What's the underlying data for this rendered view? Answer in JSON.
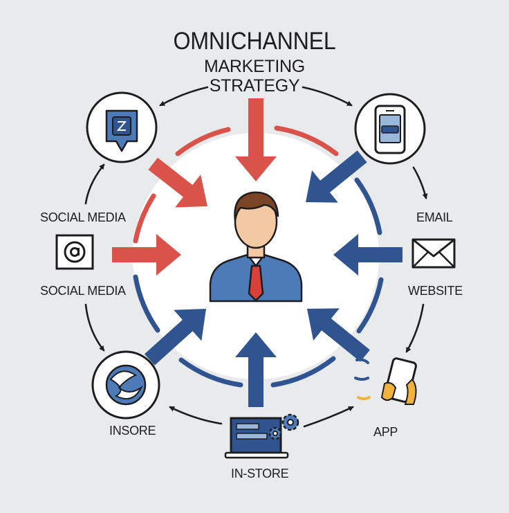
{
  "title": {
    "line1": "OMNICHANNEL",
    "line2": "MARKETING",
    "line3": "STRATEGY"
  },
  "labels": {
    "social_media_top": "SOCIAL MEDIA",
    "social_media_bottom": "SOCIAL MEDIA",
    "email": "EMAIL",
    "website": "WEBSITE",
    "insore": "INSORE",
    "app": "APP",
    "in_store": "IN-STORE"
  },
  "icons": {
    "chat": "chat-bubble-icon",
    "mobile": "mobile-phone-icon",
    "at": "at-sign-icon",
    "envelope": "envelope-icon",
    "swirl": "swirl-logo-icon",
    "hand_phone": "hand-holding-phone-icon",
    "laptop_gears": "laptop-gears-icon",
    "person": "business-person-icon"
  },
  "colors": {
    "background": "#e9eaec",
    "red": "#d9534a",
    "blue": "#2f548f",
    "skin": "#f3c9a4",
    "hair": "#7a4526",
    "shirt": "#4c7bb8",
    "tie": "#d9403a",
    "outline": "#1d1d1f"
  }
}
